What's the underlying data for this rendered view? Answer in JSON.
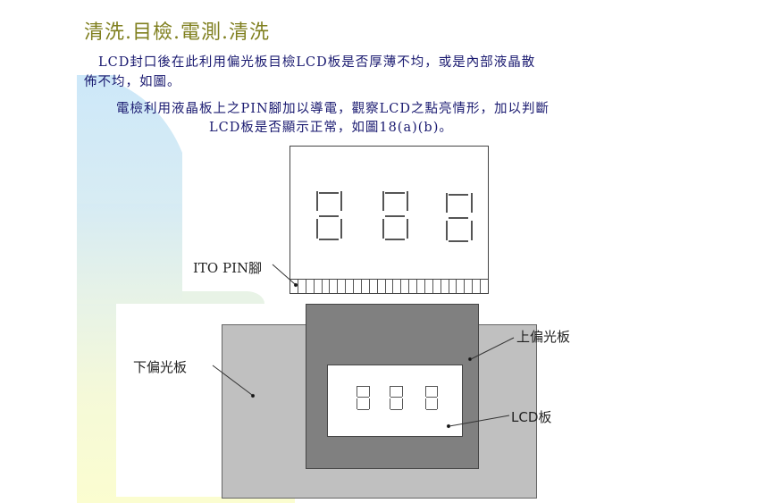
{
  "slide": {
    "title": "清洗.目檢.電測.清洗",
    "paragraph1": {
      "line1": "LCD封口後在此利用偏光板目檢LCD板是否厚薄不均，或是內部液晶散",
      "line2": "佈不均，如圖。"
    },
    "paragraph2": {
      "line1": "電檢利用液晶板上之PIN腳加以導電，觀察LCD之點亮情形，加以判斷",
      "line2": "LCD板是否顯示正常，如圖18(a)(b)。"
    },
    "colors": {
      "title": "#808020",
      "body_text": "#1a1a70",
      "lower_polarizer": "#c0c0c0",
      "upper_polarizer": "#808080",
      "lcd_board": "#ffffff"
    }
  },
  "figure_a": {
    "label_pin": "ITO PIN腳",
    "digits_display": "888",
    "pin_count": 25
  },
  "figure_b": {
    "label_lower_polarizer": "下偏光板",
    "label_upper_polarizer": "上偏光板",
    "label_lcd_board": "LCD板",
    "digits_display": "888"
  }
}
